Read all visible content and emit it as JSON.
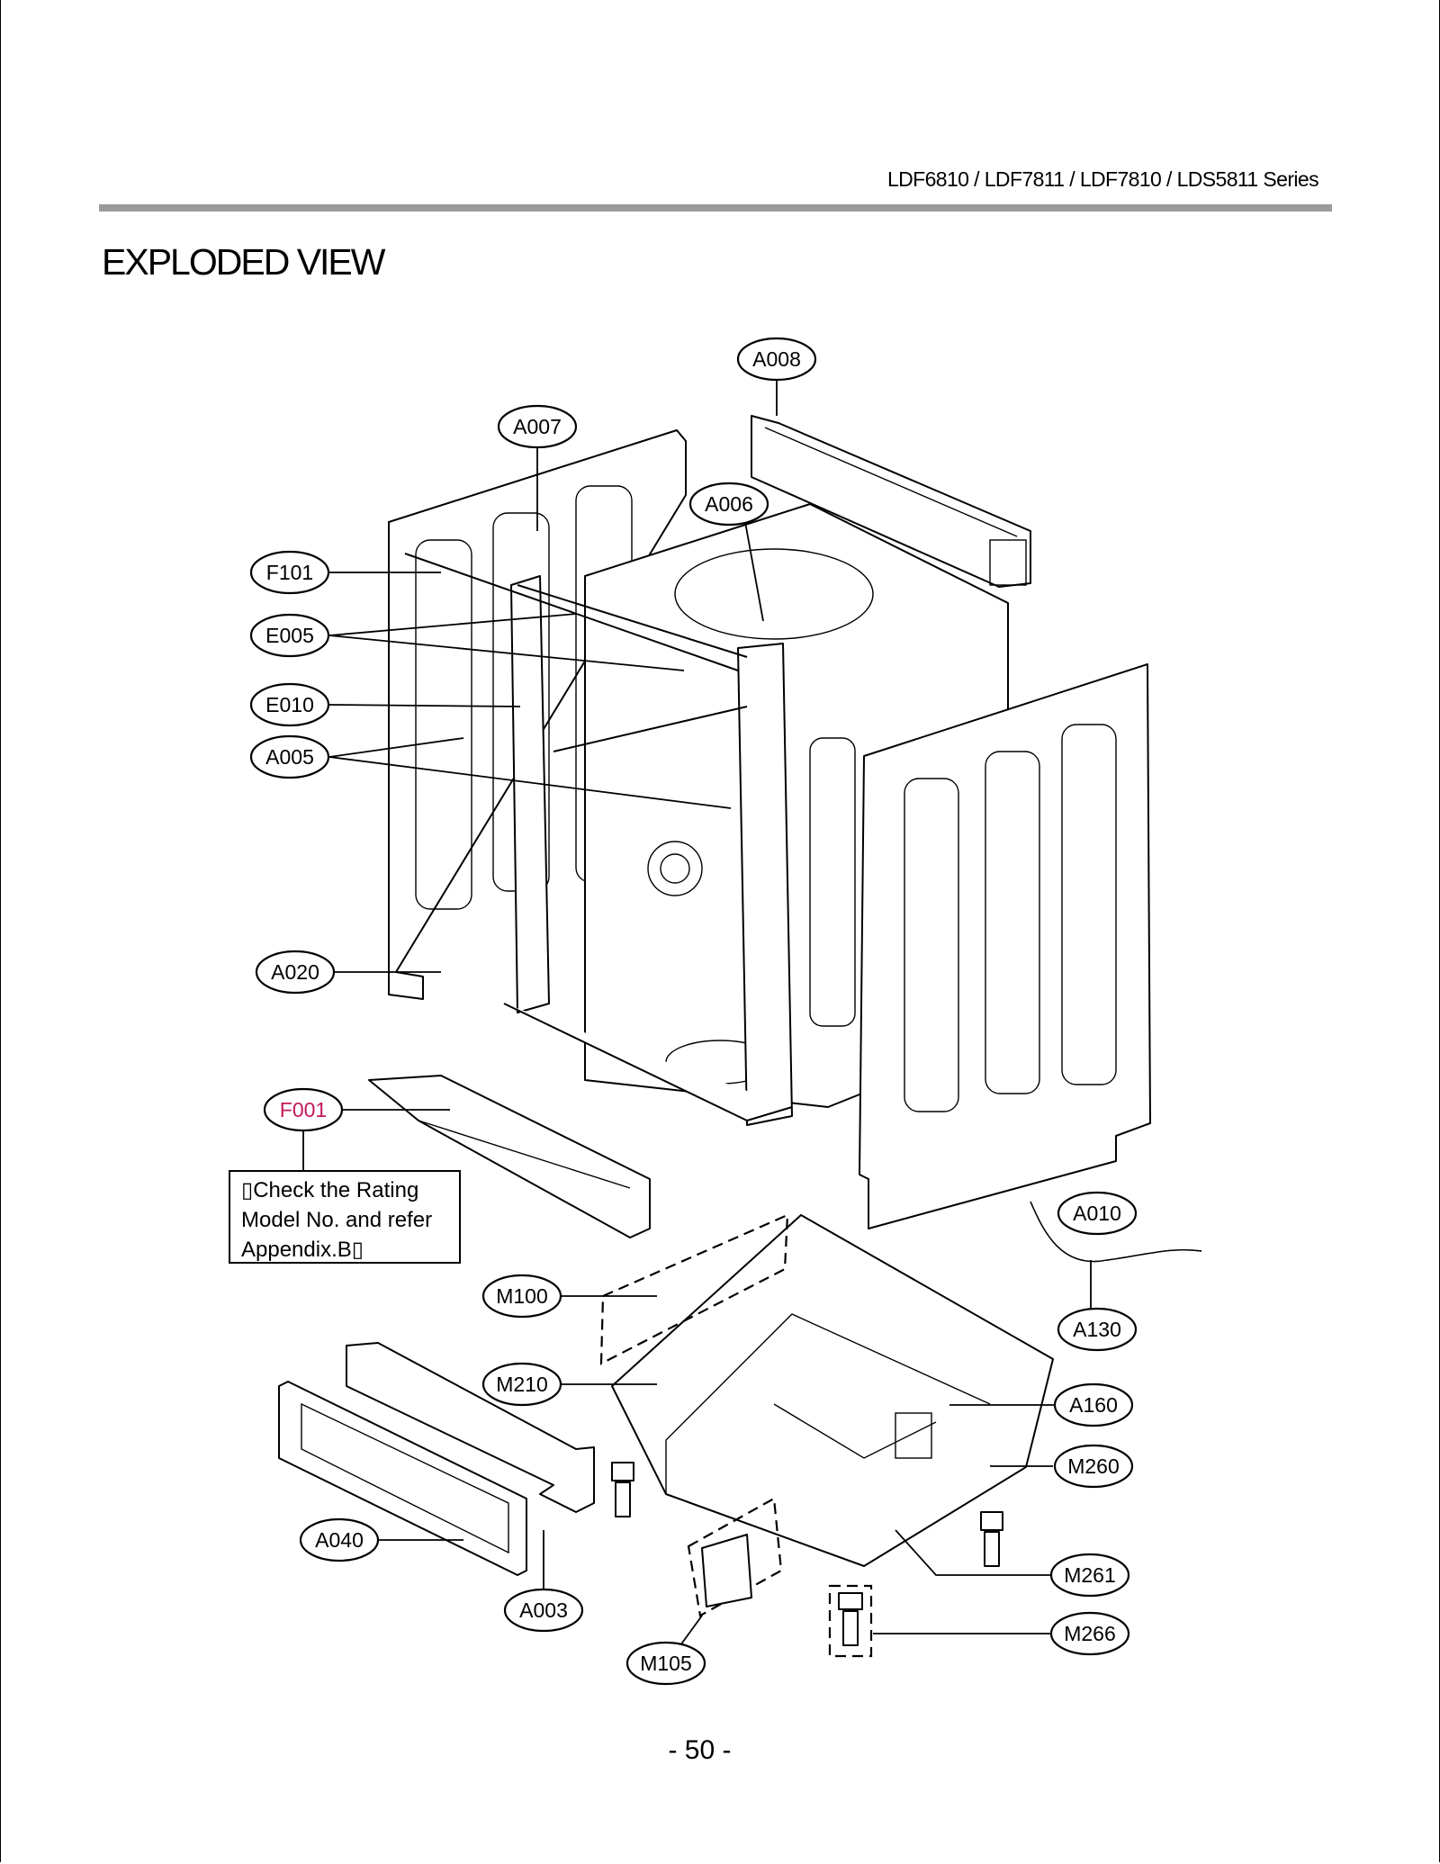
{
  "header": {
    "series": "LDF6810 / LDF7811 / LDF7810 / LDS5811 Series",
    "title": "EXPLODED VIEW"
  },
  "callouts": {
    "A008": "A008",
    "A007": "A007",
    "A006": "A006",
    "F101": "F101",
    "E005": "E005",
    "E010": "E010",
    "A005": "A005",
    "A020": "A020",
    "F001": "F001",
    "A010": "A010",
    "A130": "A130",
    "M100": "M100",
    "M210": "M210",
    "A160": "A160",
    "M260": "M260",
    "A040": "A040",
    "A003": "A003",
    "M261": "M261",
    "M266": "M266",
    "M105": "M105"
  },
  "note": {
    "line1": "▯Check the Rating",
    "line2": "Model No. and refer",
    "line3": "Appendix.B▯"
  },
  "colors": {
    "highlight_callout": "#c2185b",
    "rule": "#9a9a9a"
  },
  "footer": {
    "page_number": "- 50 -"
  }
}
